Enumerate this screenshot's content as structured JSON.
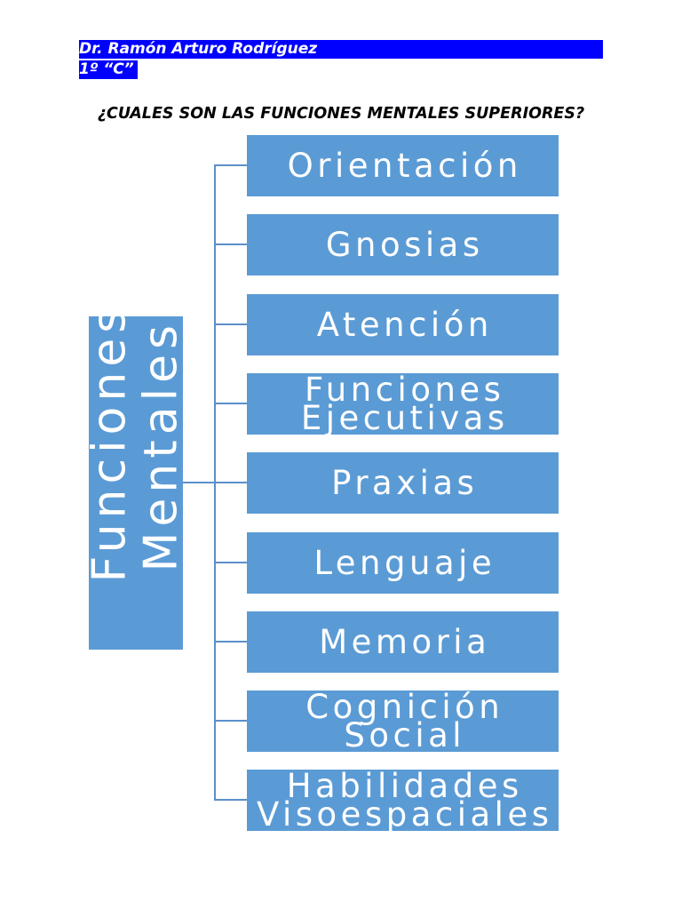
{
  "header": {
    "author": "Dr. Ramón Arturo Rodríguez",
    "group": "1º “C”"
  },
  "title": "¿CUALES SON LAS FUNCIONES MENTALES SUPERIORES?",
  "diagram": {
    "root": {
      "lines": [
        "Funciones",
        "Mentales"
      ]
    },
    "branches": [
      {
        "lines": [
          "Orientación"
        ]
      },
      {
        "lines": [
          "Gnosias"
        ]
      },
      {
        "lines": [
          "Atención"
        ]
      },
      {
        "lines": [
          "Funciones",
          "Ejecutivas"
        ]
      },
      {
        "lines": [
          "Praxias"
        ]
      },
      {
        "lines": [
          "Lenguaje"
        ]
      },
      {
        "lines": [
          "Memoria"
        ]
      },
      {
        "lines": [
          "Cognición",
          "Social"
        ]
      },
      {
        "lines": [
          "Habilidades",
          "Visoespaciales"
        ]
      }
    ]
  },
  "colors": {
    "header_highlight": "#0000FF",
    "box_fill": "#5B9BD5",
    "connector": "#5B8FC9",
    "box_text": "#FFFFFF",
    "text": "#000000"
  }
}
